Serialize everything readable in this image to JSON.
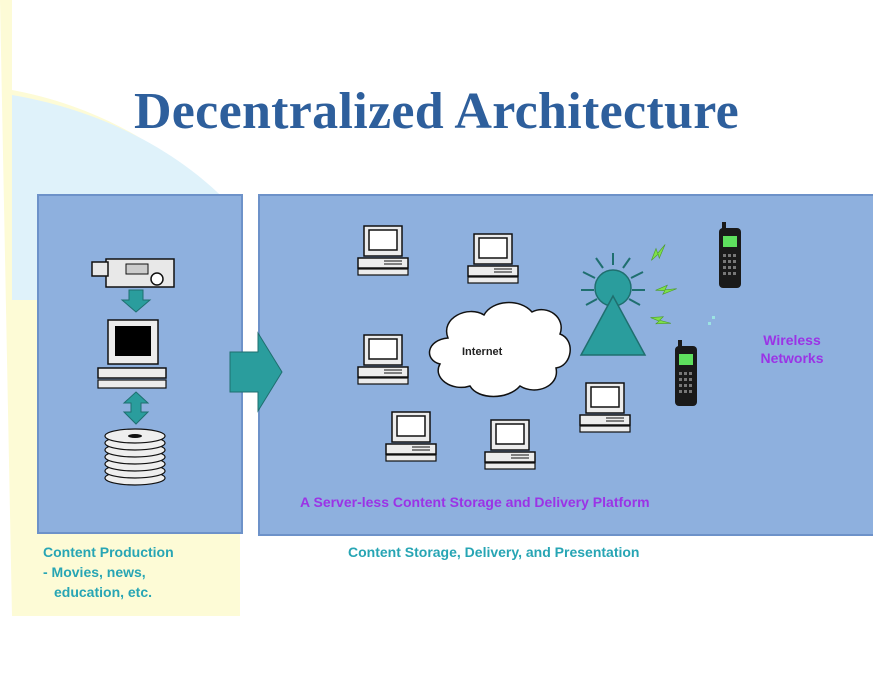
{
  "title": "Decentralized Architecture",
  "diagram": {
    "cloud_label": "Internet",
    "wireless_label_line1": "Wireless",
    "wireless_label_line2": "Networks",
    "platform_label": "A Server-less Content Storage and Delivery Platform",
    "left_caption_line1": "Content Production",
    "left_caption_line2": "- Movies, news,",
    "left_caption_line3": "education, etc.",
    "right_caption": "Content Storage, Delivery, and Presentation"
  },
  "colors": {
    "title": "#2e5f9c",
    "panel": "#8eb0de",
    "teal": "#2a9d9d",
    "purple_text": "#9b33e6",
    "caption_text": "#27a5b4"
  },
  "icons": [
    "video-camera-icon",
    "desktop-computer-icon",
    "disc-stack-icon",
    "cloud-icon",
    "antenna-tower-icon",
    "mobile-phone-icon",
    "arrow-right-icon",
    "signal-wave-icon"
  ]
}
